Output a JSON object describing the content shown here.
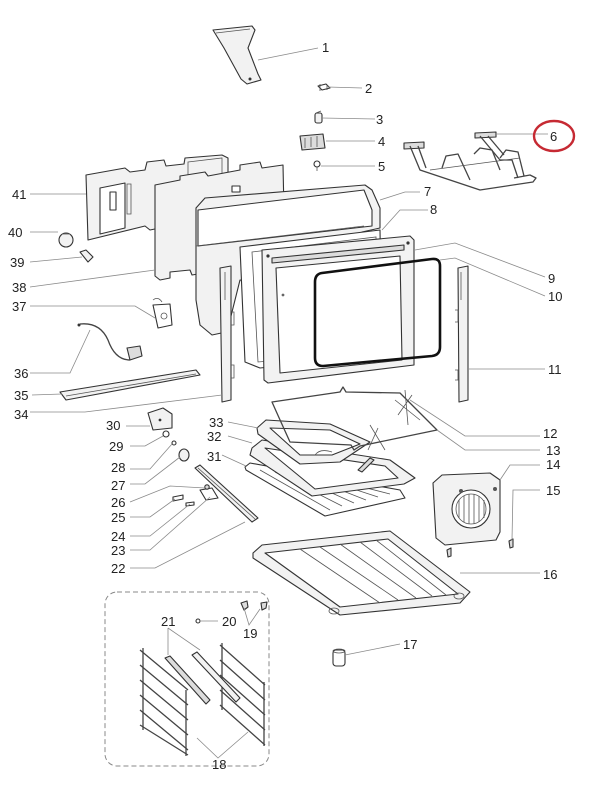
{
  "diagram": {
    "title": "Oven exploded parts diagram",
    "highlight": {
      "label": "6",
      "color": "#c62a33"
    },
    "callouts": [
      "1",
      "2",
      "3",
      "4",
      "5",
      "6",
      "7",
      "8",
      "9",
      "10",
      "11",
      "12",
      "13",
      "14",
      "15",
      "16",
      "17",
      "18",
      "19",
      "20",
      "21",
      "22",
      "23",
      "24",
      "25",
      "26",
      "27",
      "28",
      "29",
      "30",
      "31",
      "32",
      "33",
      "34",
      "35",
      "36",
      "37",
      "38",
      "39",
      "40",
      "41"
    ]
  }
}
